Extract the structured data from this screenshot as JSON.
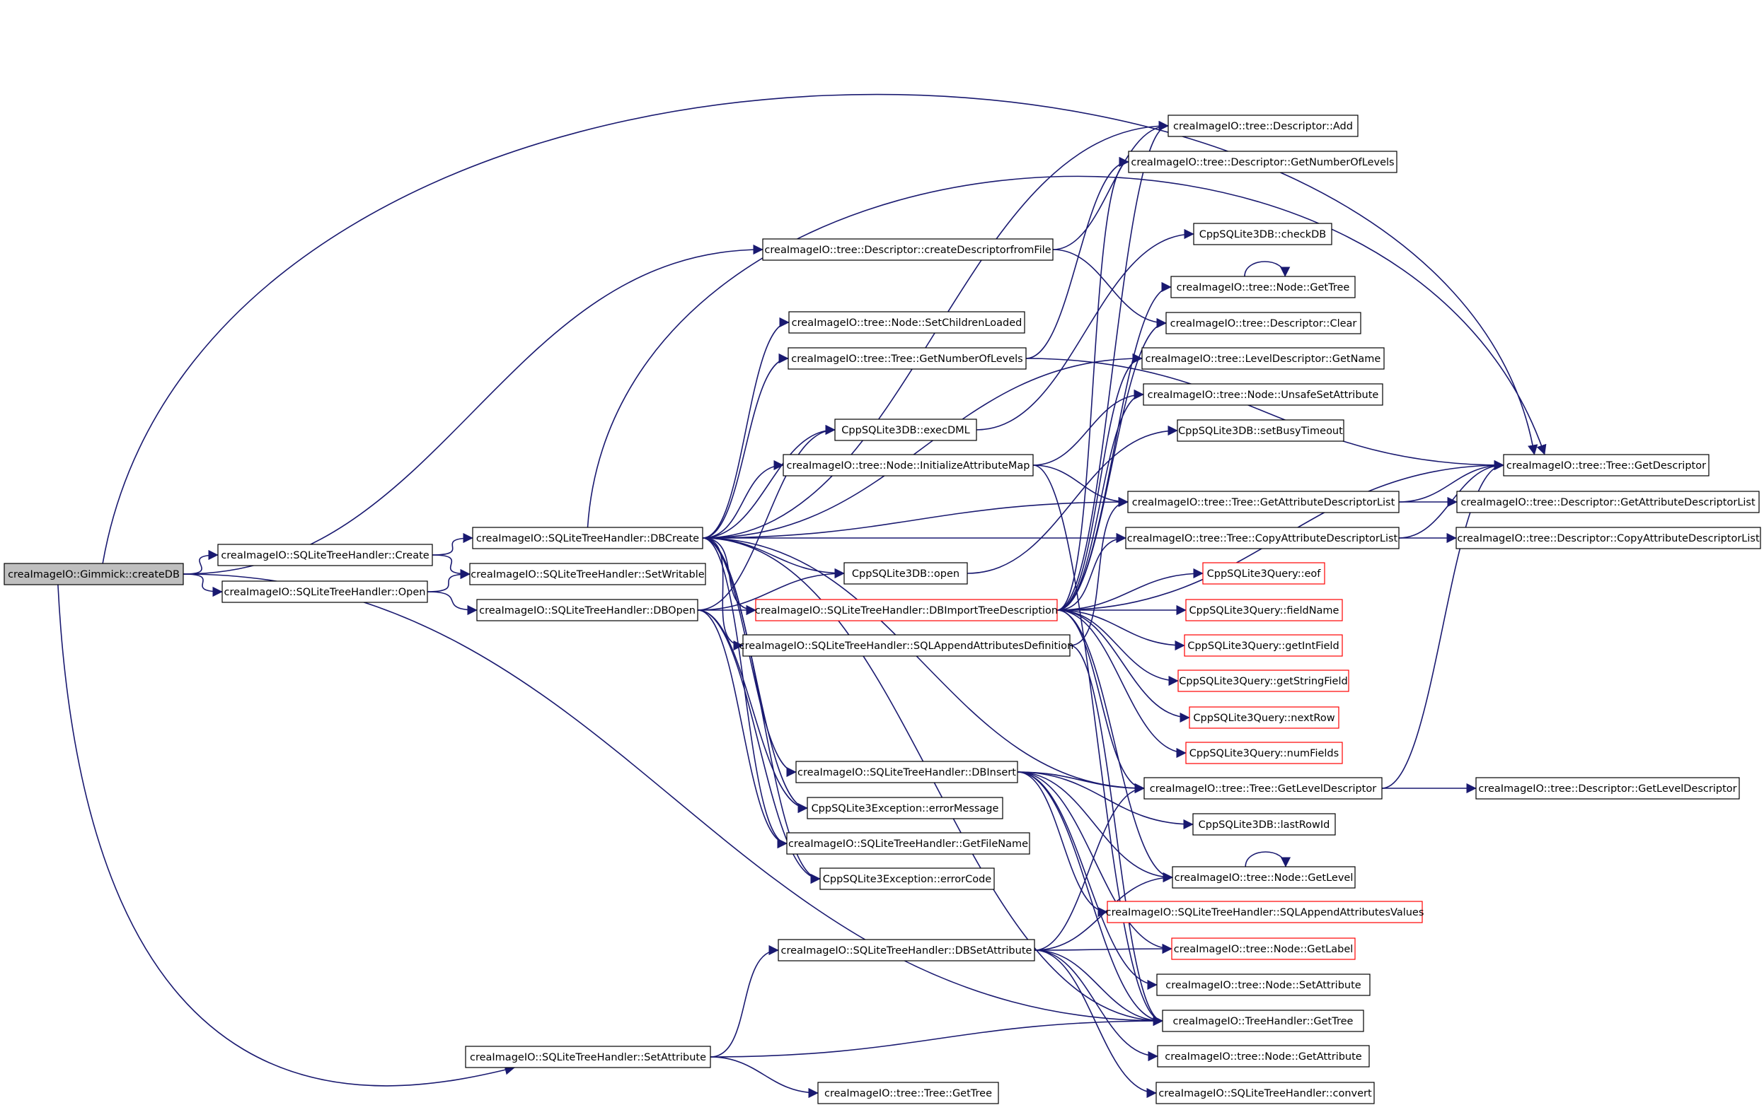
{
  "colors": {
    "edge": "#191970",
    "node_border": "#000000",
    "node_border_external": "#ff0000",
    "root_fill": "#bfbfbf",
    "background": "#ffffff"
  },
  "nodes": {
    "gimmick_createdb": {
      "label": "creaImageIO::Gimmick::createDB",
      "kind": "root"
    },
    "sqlth_create": {
      "label": "creaImageIO::SQLiteTreeHandler::Create"
    },
    "sqlth_open": {
      "label": "creaImageIO::SQLiteTreeHandler::Open"
    },
    "sqlth_setattribute": {
      "label": "creaImageIO::SQLiteTreeHandler::SetAttribute"
    },
    "sqlth_dbcreate": {
      "label": "creaImageIO::SQLiteTreeHandler::DBCreate"
    },
    "sqlth_setwritable": {
      "label": "creaImageIO::SQLiteTreeHandler::SetWritable"
    },
    "sqlth_dbopen": {
      "label": "creaImageIO::SQLiteTreeHandler::DBOpen"
    },
    "desc_createfromfile": {
      "label": "creaImageIO::tree::Descriptor::createDescriptorfromFile"
    },
    "node_setchildrenloaded": {
      "label": "creaImageIO::tree::Node::SetChildrenLoaded"
    },
    "tree_getnumberoflevels": {
      "label": "creaImageIO::tree::Tree::GetNumberOfLevels"
    },
    "cppdb_execdml": {
      "label": "CppSQLite3DB::execDML"
    },
    "node_initattributemap": {
      "label": "creaImageIO::tree::Node::InitializeAttributeMap"
    },
    "cppdb_open": {
      "label": "CppSQLite3DB::open"
    },
    "sqlth_dbimporttreedesc": {
      "label": "creaImageIO::SQLiteTreeHandler::DBImportTreeDescription",
      "kind": "external"
    },
    "sqlth_sqlappendattrdef": {
      "label": "creaImageIO::SQLiteTreeHandler::SQLAppendAttributesDefinition"
    },
    "sqlth_dbinsert": {
      "label": "creaImageIO::SQLiteTreeHandler::DBInsert"
    },
    "cppex_errormessage": {
      "label": "CppSQLite3Exception::errorMessage"
    },
    "sqlth_getfilename": {
      "label": "creaImageIO::SQLiteTreeHandler::GetFileName"
    },
    "cppex_errorcode": {
      "label": "CppSQLite3Exception::errorCode"
    },
    "sqlth_dbsetattribute": {
      "label": "creaImageIO::SQLiteTreeHandler::DBSetAttribute"
    },
    "tree_gettree": {
      "label": "creaImageIO::tree::Tree::GetTree"
    },
    "desc_add": {
      "label": "creaImageIO::tree::Descriptor::Add"
    },
    "desc_getnumberoflevels": {
      "label": "creaImageIO::tree::Descriptor::GetNumberOfLevels"
    },
    "cppdb_checkdb": {
      "label": "CppSQLite3DB::checkDB"
    },
    "node_gettree": {
      "label": "creaImageIO::tree::Node::GetTree"
    },
    "desc_clear": {
      "label": "creaImageIO::tree::Descriptor::Clear"
    },
    "leveldesc_getname": {
      "label": "creaImageIO::tree::LevelDescriptor::GetName"
    },
    "node_unsafesetattribute": {
      "label": "creaImageIO::tree::Node::UnsafeSetAttribute"
    },
    "cppdb_setbusytimeout": {
      "label": "CppSQLite3DB::setBusyTimeout"
    },
    "tree_getattrdesclist": {
      "label": "creaImageIO::tree::Tree::GetAttributeDescriptorList"
    },
    "tree_copyattrdesclist": {
      "label": "creaImageIO::tree::Tree::CopyAttributeDescriptorList"
    },
    "cppq_eof": {
      "label": "CppSQLite3Query::eof",
      "kind": "external"
    },
    "cppq_fieldname": {
      "label": "CppSQLite3Query::fieldName",
      "kind": "external"
    },
    "cppq_getintfield": {
      "label": "CppSQLite3Query::getIntField",
      "kind": "external"
    },
    "cppq_getstringfield": {
      "label": "CppSQLite3Query::getStringField",
      "kind": "external"
    },
    "cppq_nextrow": {
      "label": "CppSQLite3Query::nextRow",
      "kind": "external"
    },
    "cppq_numfields": {
      "label": "CppSQLite3Query::numFields",
      "kind": "external"
    },
    "tree_getleveldesc": {
      "label": "creaImageIO::tree::Tree::GetLevelDescriptor"
    },
    "cppdb_lastrowid": {
      "label": "CppSQLite3DB::lastRowId"
    },
    "node_getlevel": {
      "label": "creaImageIO::tree::Node::GetLevel"
    },
    "sqlth_sqlappendattrvalues": {
      "label": "creaImageIO::SQLiteTreeHandler::SQLAppendAttributesValues",
      "kind": "external"
    },
    "node_getlabel": {
      "label": "creaImageIO::tree::Node::GetLabel",
      "kind": "external"
    },
    "node_setattribute": {
      "label": "creaImageIO::tree::Node::SetAttribute"
    },
    "th_gettree": {
      "label": "creaImageIO::TreeHandler::GetTree"
    },
    "node_getattribute": {
      "label": "creaImageIO::tree::Node::GetAttribute"
    },
    "sqlth_convert": {
      "label": "creaImageIO::SQLiteTreeHandler::convert"
    },
    "tree_getdescriptor": {
      "label": "creaImageIO::tree::Tree::GetDescriptor"
    },
    "desc_getattrdesclist": {
      "label": "creaImageIO::tree::Descriptor::GetAttributeDescriptorList"
    },
    "desc_copyattrdesclist": {
      "label": "creaImageIO::tree::Descriptor::CopyAttributeDescriptorList"
    },
    "desc_getleveldesc": {
      "label": "creaImageIO::tree::Descriptor::GetLevelDescriptor"
    }
  }
}
